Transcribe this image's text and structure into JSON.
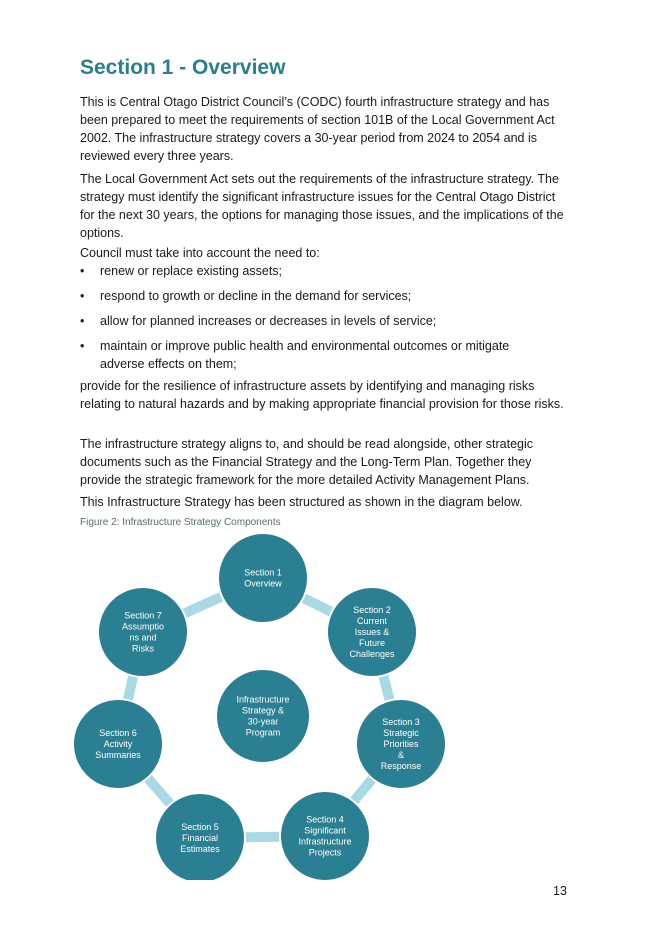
{
  "heading": "Section 1 - Overview",
  "paragraphs": {
    "p1": "This is Central Otago District Council’s (CODC) fourth infrastructure strategy and has been prepared to meet the requirements of section 101B of the Local Government Act 2002. The infrastructure strategy covers a 30-year period from 2024 to 2054 and is reviewed every three years.",
    "p2": "The Local Government Act sets out the requirements of the infrastructure strategy. The strategy must identify the significant infrastructure issues for the Central Otago District for the next 30 years, the options for managing those issues, and the implications of the options.",
    "p3": "Council must take into account the need to:",
    "p4": "provide for the resilience of infrastructure assets by identifying and managing risks relating to natural hazards and by making appropriate financial provision for those risks.",
    "p5": "The infrastructure strategy aligns to, and should be read alongside, other strategic documents such as the Financial Strategy and the Long-Term Plan. Together they provide the strategic framework for the more detailed Activity Management Plans.",
    "p6": "This Infrastructure Strategy has been structured as shown in the diagram below."
  },
  "bullets": [
    "renew or replace existing assets;",
    "respond to growth or decline in the demand for services;",
    "allow for planned increases or decreases in levels of service;",
    "maintain or improve public health and environmental outcomes or mitigate adverse effects on them;"
  ],
  "bullet_symbol": "•",
  "figure_caption": "Figure 2: Infrastructure Strategy Components",
  "diagram": {
    "center_lines": [
      "Infrastructure",
      "Strategy &",
      "30-year",
      "Program"
    ],
    "nodes": [
      {
        "lines": [
          "Section 1",
          "Overview"
        ]
      },
      {
        "lines": [
          "Section 2",
          "Current",
          "Issues &",
          "Future",
          "Challenges"
        ]
      },
      {
        "lines": [
          "Section 3",
          "Strategic",
          "Priorities",
          "&",
          "Response"
        ]
      },
      {
        "lines": [
          "Section 4",
          "Significant",
          "Infrastructure",
          "Projects"
        ]
      },
      {
        "lines": [
          "Section 5",
          "Financial",
          "Estimates"
        ]
      },
      {
        "lines": [
          "Section 6",
          "Activity",
          "Summaries"
        ]
      },
      {
        "lines": [
          "Section 7",
          "Assumptio",
          "ns and",
          "Risks"
        ]
      }
    ],
    "colors": {
      "node": "#2b7f92",
      "ring": "#a9d9e4",
      "text": "#ffffff"
    }
  },
  "page_number": "13"
}
